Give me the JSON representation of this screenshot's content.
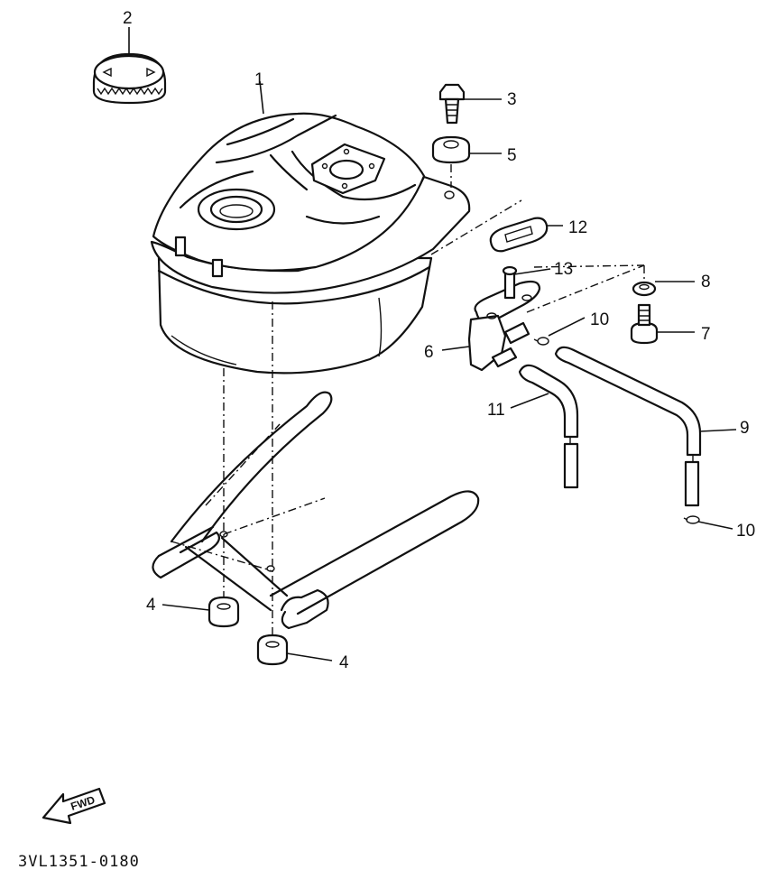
{
  "diagram": {
    "part_code": "3VL1351-0180",
    "fwd_label": "FWD",
    "callouts": [
      {
        "id": "c1",
        "label": "1"
      },
      {
        "id": "c2",
        "label": "2"
      },
      {
        "id": "c3",
        "label": "3"
      },
      {
        "id": "c4a",
        "label": "4"
      },
      {
        "id": "c4b",
        "label": "4"
      },
      {
        "id": "c5",
        "label": "5"
      },
      {
        "id": "c6",
        "label": "6"
      },
      {
        "id": "c7",
        "label": "7"
      },
      {
        "id": "c8",
        "label": "8"
      },
      {
        "id": "c9",
        "label": "9"
      },
      {
        "id": "c10a",
        "label": "10"
      },
      {
        "id": "c10b",
        "label": "10"
      },
      {
        "id": "c11",
        "label": "11"
      },
      {
        "id": "c12",
        "label": "12"
      },
      {
        "id": "c13",
        "label": "13"
      }
    ]
  }
}
